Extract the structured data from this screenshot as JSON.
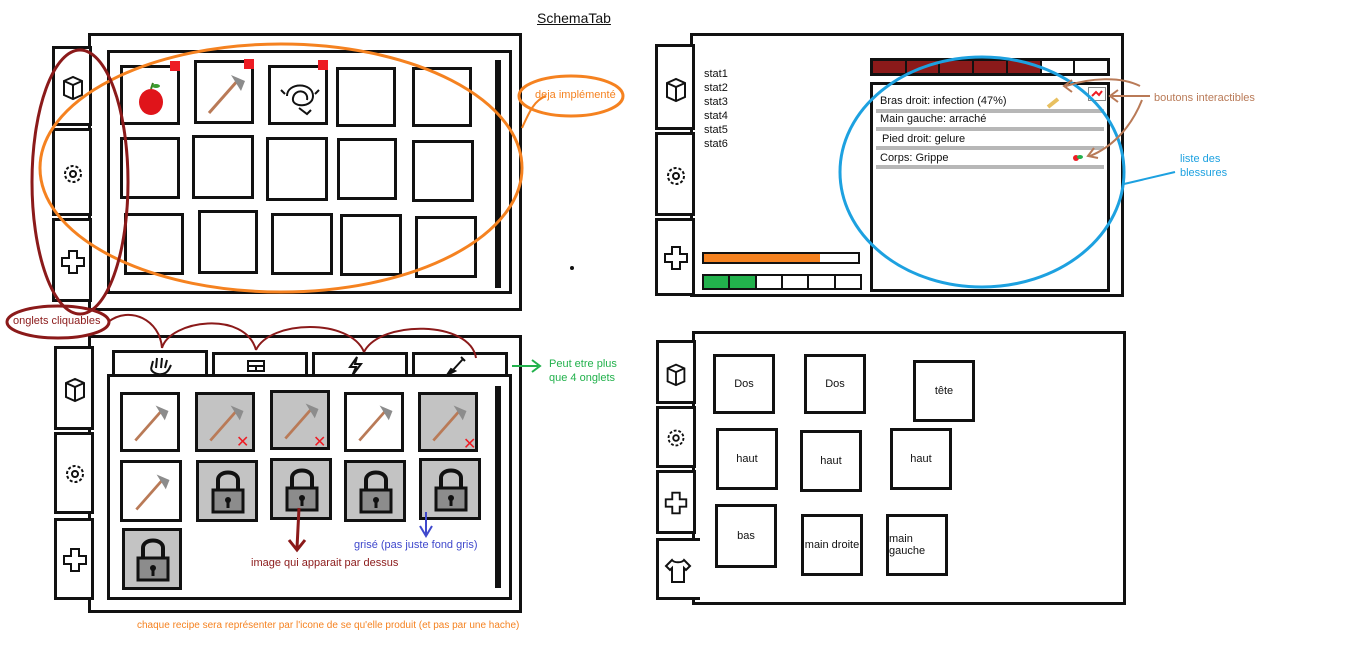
{
  "title": "SchemaTab",
  "icons": {
    "tab1": "box-icon",
    "tab2": "gear-icon",
    "tab3": "cross-icon",
    "tab4": "shirt-icon"
  },
  "colors": {
    "orange": "#f58220",
    "darkred": "#8b1a1a",
    "blue": "#1da1e0",
    "green": "#22b14c",
    "brown": "#b97a57",
    "indigo": "#3f48cc",
    "red": "#ed1c24",
    "grey": "#c3c3c3"
  },
  "annotations": {
    "deja": "deja implémenté",
    "onglets": "onglets cliquables",
    "boutons": "boutons interactibles",
    "liste_line1": "liste des",
    "liste_line2": "blessures",
    "peut_line1": "Peut etre plus",
    "peut_line2": "que 4 onglets",
    "image_dessus": "image qui apparait par dessus",
    "grise": "grisé (pas juste fond gris)",
    "footer": "chaque recipe sera représenter par l'icone de se qu'elle produit (et pas par une hache)"
  },
  "stats": [
    "stat1",
    "stat2",
    "stat3",
    "stat4",
    "stat5",
    "stat6"
  ],
  "injuries": [
    "Bras droit: infection (47%)",
    "Main gauche: arraché",
    "Pied droit: gelure",
    "Corps: Grippe"
  ],
  "equipment": {
    "row1": [
      "Dos",
      "Dos",
      "tête"
    ],
    "row2": [
      "haut",
      "haut",
      "haut"
    ],
    "row3": [
      "bas",
      "main droite",
      "main gauche"
    ]
  },
  "health_bar_segments_filled": 5,
  "health_bar_segments_total": 7,
  "orange_bar_fraction": 0.75,
  "green_bar_segments_filled": 2,
  "green_bar_segments_total": 6
}
